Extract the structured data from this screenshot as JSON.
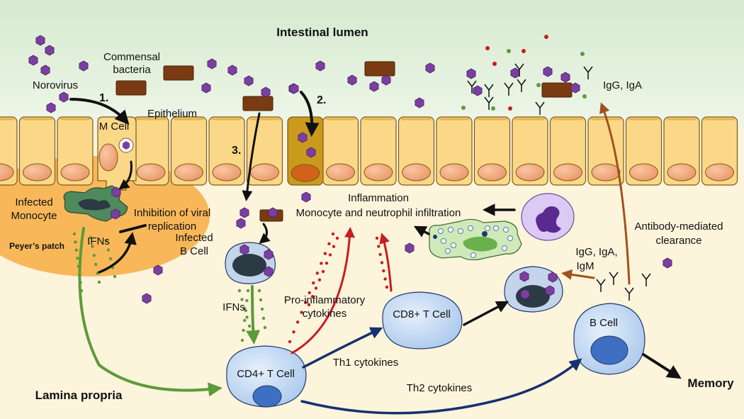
{
  "labels": {
    "intestinal_lumen": "Intestinal lumen",
    "commensal_line1": "Commensal",
    "commensal_line2": "bacteria",
    "norovirus": "Norovirus",
    "step1": "1.",
    "step2": "2.",
    "step3": "3.",
    "m_cell": "M Cell",
    "epithelium": "Epithelium",
    "igg_iga_top": "IgG, IgA",
    "infected_monocyte_line1": "Infected",
    "infected_monocyte_line2": "Monocyte",
    "inhibition_line1": "Inhibition of viral",
    "inhibition_line2": "replication",
    "peyers_patch": "Peyer’s patch",
    "ifns_left": "IFNs",
    "inflammation_line1": "Inflammation",
    "inflammation_line2": "Monocyte and neutrophil infiltration",
    "antibody_line1": "Antibody-mediated",
    "antibody_line2": "clearance",
    "infected_bcell_line1": "Infected",
    "infected_bcell_line2": "B Cell",
    "igg_iga_igm_line1": "IgG, IgA,",
    "igg_iga_igm_line2": "IgM",
    "ifns_mid": "IFNs",
    "proinflammatory_line1": "Pro-inflammatory",
    "proinflammatory_line2": "cytokines",
    "cd8_tcell": "CD8+ T Cell",
    "b_cell": "B Cell",
    "cd4_tcell": "CD4+ T Cell",
    "th1_cytokines": "Th1 cytokines",
    "th2_cytokines": "Th2 cytokines",
    "lamina_propria": "Lamina propria",
    "memory": "Memory"
  },
  "colors": {
    "lumen_top": "#d9ecd3",
    "lumen_bottom": "#f3f8ee",
    "lamina": "#fdf4dc",
    "epithelial_cell": "#fbd887",
    "nucleus": "#f0a67c",
    "virus": "#7b3fa0",
    "bacteria": "#7a3b12",
    "peyers_patch": "#f8b85a",
    "immune_cell": "#bcd6f2",
    "immune_nucleus": "#3f6fc3",
    "arrow_green": "#5d9a3a",
    "arrow_red": "#c81e1e",
    "arrow_blue": "#16316e",
    "arrow_brown": "#a0521c",
    "arrow_black": "#111111"
  },
  "icons": [
    "virus-hexagon-icon",
    "bacteria-rod-icon",
    "antibody-y-icon",
    "neutrophil-icon"
  ]
}
